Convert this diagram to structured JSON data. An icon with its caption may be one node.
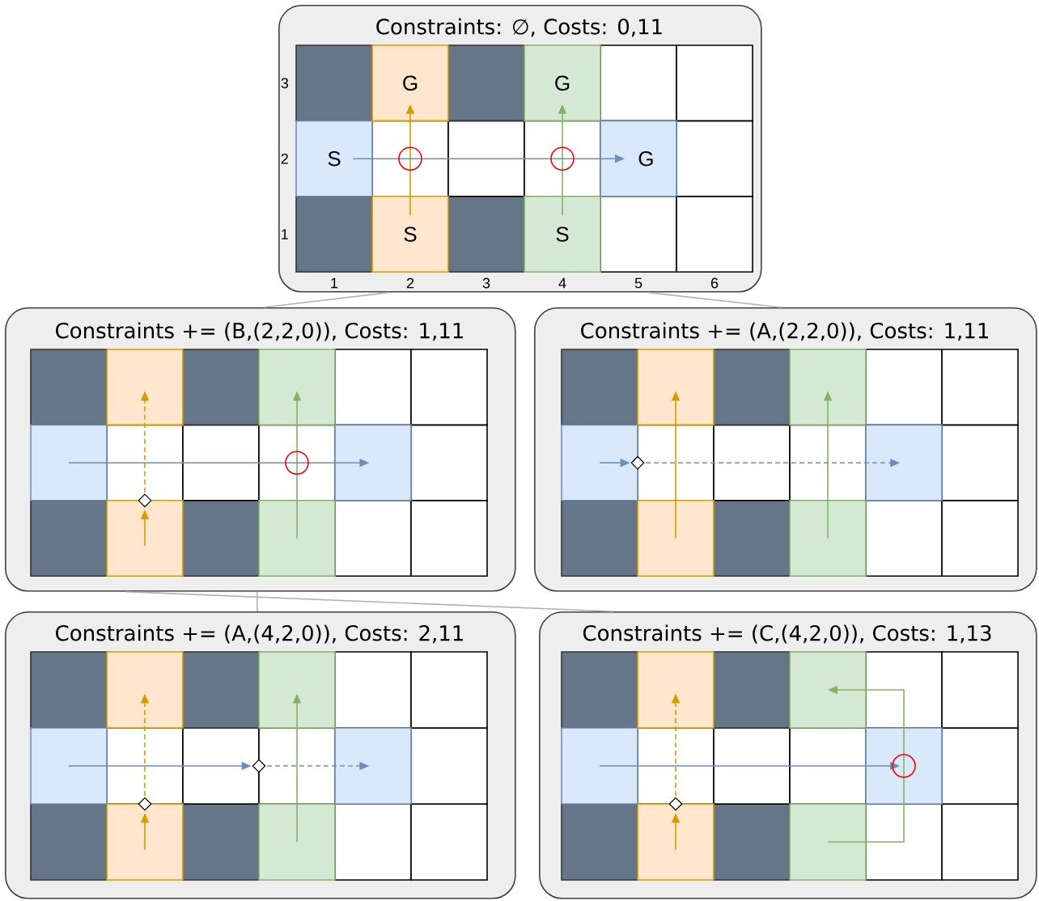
{
  "diagram": {
    "nodes": [
      {
        "text": [
          "Constraints: ∅, Costs: 0,11"
        ]
      },
      {
        "text": [
          "Constraints += (B,(2,2,0)), Costs: 1,11"
        ]
      },
      {
        "text": [
          "Constraints += (A,(2,2,0)), Costs: 1,11"
        ]
      },
      {
        "text": [
          "Constraints += (A,(4,2,0)), Costs: 2,11"
        ]
      },
      {
        "text": [
          "Constraints += (C,(4,2,0)), Costs: 1,13"
        ]
      }
    ],
    "edges": [
      {
        "from": 0,
        "to": 1,
        "arrow": "none"
      },
      {
        "from": 0,
        "to": 2,
        "arrow": "none"
      },
      {
        "from": 1,
        "to": 3,
        "arrow": "none"
      },
      {
        "from": 1,
        "to": 4,
        "arrow": "none"
      }
    ],
    "labels": [
      "3",
      "G",
      "G",
      "2",
      "S",
      "G",
      "1",
      "S",
      "S",
      "1",
      "2",
      "3",
      "4",
      "5",
      "6"
    ]
  }
}
